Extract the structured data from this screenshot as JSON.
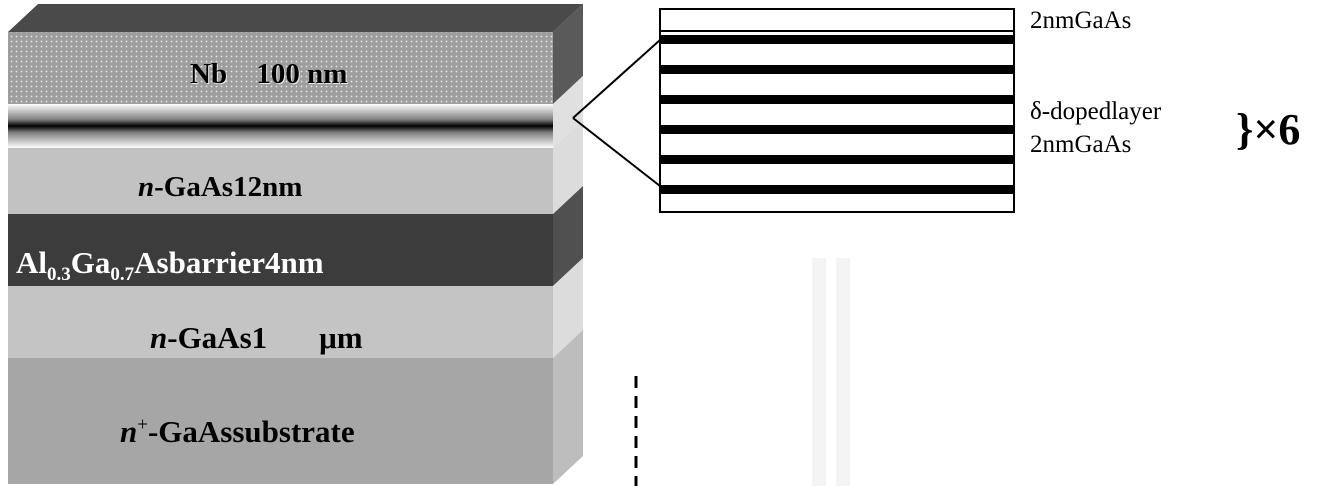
{
  "layer_stack": {
    "nb_label": "Nb",
    "nb_thickness": "100 nm",
    "n_gaas_top": {
      "prefix": "n",
      "rest": "-GaAs12nm"
    },
    "algaas": {
      "al": "Al",
      "al_sub": "0.3",
      "ga": "Ga",
      "ga_sub": "0.7",
      "rest": "Asbarrier4nm"
    },
    "n_gaas_bottom": {
      "prefix": "n",
      "rest": "-GaAs1",
      "unit": "μm"
    },
    "substrate": {
      "prefix": "n",
      "sup": "+",
      "rest": "-GaAssubstrate"
    }
  },
  "inset": {
    "top_label": "2nmGaAs",
    "delta_label": "δ-dopedlayer",
    "gaas_label": "2nmGaAs",
    "repeat_label": "}×6",
    "repeat_count": 6
  },
  "colors": {
    "nb_front": "#9e9e9e",
    "top_face": "#4a4a4a",
    "side_face": "#5a5a5a",
    "gaas_light": "#c2c2c2",
    "gaas_side": "#dcdcdc",
    "algaas_front": "#3c3c3c",
    "substrate_front": "#a6a6a6",
    "substrate_side": "#bdbdbd"
  }
}
